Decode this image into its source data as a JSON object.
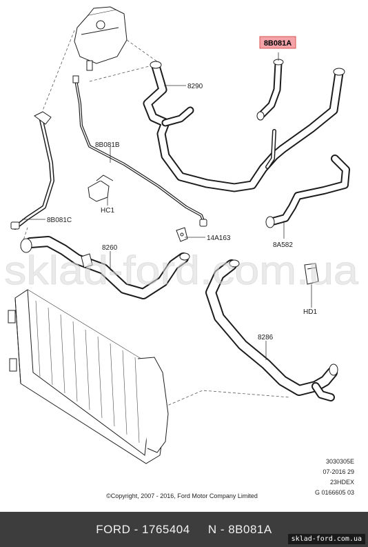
{
  "callouts": {
    "c_8B081A": "8B081A",
    "c_8290": "8290",
    "c_8B081B": "8B081B",
    "c_8B081C": "8B081C",
    "c_HC1": "HC1",
    "c_14A163": "14A163",
    "c_8260": "8260",
    "c_8A582": "8A582",
    "c_HD1": "HD1",
    "c_8286": "8286"
  },
  "diagram_codes": [
    "3030305E",
    "07-2016 29",
    "23HDEX",
    "G 0166605 03"
  ],
  "copyright": "©Copyright, 2007 - 2016, Ford Motor Company Limited",
  "watermark": "sklad-ford.com.ua",
  "footer": {
    "text": "FORD - 1765404     N - 8B081A",
    "site": "sklad-ford.com.ua"
  },
  "colors": {
    "highlight_fill": "#f4a3a8",
    "highlight_border": "#d9534f",
    "footer_bg": "#3d3d3d"
  }
}
